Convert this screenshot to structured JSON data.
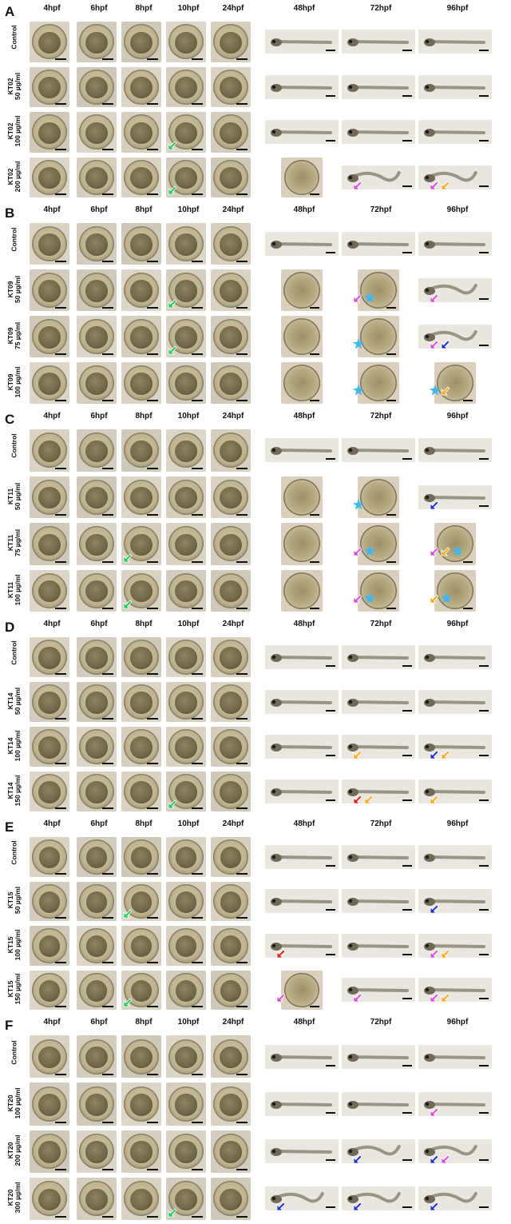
{
  "timepoints": [
    "4hpf",
    "6hpf",
    "8hpf",
    "10hpf",
    "24hpf",
    "48hpf",
    "72hpf",
    "96hpf"
  ],
  "marker_colors": {
    "green": "#22c95a",
    "magenta": "#e24bd6",
    "orange": "#f4a81a",
    "blue": "#1f2fd0",
    "red": "#e21f1f",
    "cyan_star": "#3fb8ef"
  },
  "panels": [
    {
      "label": "A",
      "rows": [
        {
          "compound": "Control",
          "conc": "",
          "late": [
            "larva",
            "larva",
            "larva"
          ],
          "markers": []
        },
        {
          "compound": "KT02",
          "conc": "50 µg/ml",
          "late": [
            "larva",
            "larva",
            "larva"
          ],
          "markers": []
        },
        {
          "compound": "KT02",
          "conc": "100 µg/ml",
          "late": [
            "larva",
            "larva",
            "larva"
          ],
          "markers": [
            {
              "col": 3,
              "type": "arrow",
              "color": "green"
            }
          ]
        },
        {
          "compound": "KT02",
          "conc": "200 µg/ml",
          "late": [
            "egg",
            "curled",
            "curled"
          ],
          "markers": [
            {
              "col": 3,
              "type": "arrow",
              "color": "green"
            },
            {
              "col": 6,
              "type": "arrow",
              "color": "magenta"
            },
            {
              "col": 7,
              "type": "arrow",
              "color": "magenta"
            },
            {
              "col": 7,
              "type": "arrow",
              "color": "orange"
            }
          ]
        }
      ]
    },
    {
      "label": "B",
      "rows": [
        {
          "compound": "Control",
          "conc": "",
          "late": [
            "larva",
            "larva",
            "larva"
          ],
          "markers": []
        },
        {
          "compound": "KT09",
          "conc": "50 µg/ml",
          "late": [
            "egg",
            "egg",
            "curled"
          ],
          "markers": [
            {
              "col": 3,
              "type": "arrow",
              "color": "green"
            },
            {
              "col": 6,
              "type": "arrow",
              "color": "magenta"
            },
            {
              "col": 6,
              "type": "star",
              "color": "cyan_star"
            },
            {
              "col": 7,
              "type": "arrow",
              "color": "magenta"
            }
          ]
        },
        {
          "compound": "KT09",
          "conc": "75 µg/ml",
          "late": [
            "egg",
            "egg",
            "curled"
          ],
          "markers": [
            {
              "col": 3,
              "type": "arrow",
              "color": "green"
            },
            {
              "col": 6,
              "type": "star",
              "color": "cyan_star"
            },
            {
              "col": 7,
              "type": "arrow",
              "color": "magenta"
            },
            {
              "col": 7,
              "type": "arrow",
              "color": "blue"
            }
          ]
        },
        {
          "compound": "KT09",
          "conc": "100 µg/ml",
          "late": [
            "egg",
            "egg",
            "egg"
          ],
          "markers": [
            {
              "col": 6,
              "type": "star",
              "color": "cyan_star"
            },
            {
              "col": 7,
              "type": "star",
              "color": "cyan_star"
            },
            {
              "col": 7,
              "type": "arrow",
              "color": "orange"
            }
          ]
        }
      ]
    },
    {
      "label": "C",
      "rows": [
        {
          "compound": "Control",
          "conc": "",
          "late": [
            "larva",
            "larva",
            "larva"
          ],
          "markers": []
        },
        {
          "compound": "KT11",
          "conc": "50 µg/ml",
          "late": [
            "egg",
            "egg",
            "larva"
          ],
          "markers": [
            {
              "col": 6,
              "type": "star",
              "color": "cyan_star"
            },
            {
              "col": 7,
              "type": "arrow",
              "color": "blue"
            }
          ]
        },
        {
          "compound": "KT11",
          "conc": "75 µg/ml",
          "late": [
            "egg",
            "egg",
            "egg"
          ],
          "markers": [
            {
              "col": 2,
              "type": "arrow",
              "color": "green"
            },
            {
              "col": 6,
              "type": "arrow",
              "color": "magenta"
            },
            {
              "col": 6,
              "type": "star",
              "color": "cyan_star"
            },
            {
              "col": 7,
              "type": "arrow",
              "color": "magenta"
            },
            {
              "col": 7,
              "type": "arrow",
              "color": "orange"
            },
            {
              "col": 7,
              "type": "star",
              "color": "cyan_star"
            }
          ]
        },
        {
          "compound": "KT11",
          "conc": "100 µg/ml",
          "late": [
            "egg",
            "egg",
            "egg"
          ],
          "markers": [
            {
              "col": 2,
              "type": "arrow",
              "color": "green"
            },
            {
              "col": 6,
              "type": "arrow",
              "color": "magenta"
            },
            {
              "col": 6,
              "type": "star",
              "color": "cyan_star"
            },
            {
              "col": 7,
              "type": "arrow",
              "color": "orange"
            },
            {
              "col": 7,
              "type": "star",
              "color": "cyan_star"
            }
          ]
        }
      ]
    },
    {
      "label": "D",
      "rows": [
        {
          "compound": "Control",
          "conc": "",
          "late": [
            "larva",
            "larva",
            "larva"
          ],
          "markers": []
        },
        {
          "compound": "KT14",
          "conc": "50 µg/ml",
          "late": [
            "larva",
            "larva",
            "larva"
          ],
          "markers": []
        },
        {
          "compound": "KT14",
          "conc": "100 µg/ml",
          "late": [
            "larva",
            "larva",
            "larva"
          ],
          "markers": [
            {
              "col": 6,
              "type": "arrow",
              "color": "orange"
            },
            {
              "col": 7,
              "type": "arrow",
              "color": "blue"
            },
            {
              "col": 7,
              "type": "arrow",
              "color": "orange"
            }
          ]
        },
        {
          "compound": "KT14",
          "conc": "150 µg/ml",
          "late": [
            "larva",
            "larva",
            "larva"
          ],
          "markers": [
            {
              "col": 3,
              "type": "arrow",
              "color": "green"
            },
            {
              "col": 6,
              "type": "arrow",
              "color": "red"
            },
            {
              "col": 6,
              "type": "arrow",
              "color": "orange"
            },
            {
              "col": 7,
              "type": "arrow",
              "color": "orange"
            }
          ]
        }
      ]
    },
    {
      "label": "E",
      "rows": [
        {
          "compound": "Control",
          "conc": "",
          "late": [
            "larva",
            "larva",
            "larva"
          ],
          "markers": []
        },
        {
          "compound": "KT15",
          "conc": "50 µg/ml",
          "late": [
            "larva",
            "larva",
            "larva"
          ],
          "markers": [
            {
              "col": 2,
              "type": "arrow",
              "color": "green"
            },
            {
              "col": 7,
              "type": "arrow",
              "color": "blue"
            }
          ]
        },
        {
          "compound": "KT15",
          "conc": "100 µg/ml",
          "late": [
            "larva",
            "larva",
            "larva"
          ],
          "markers": [
            {
              "col": 5,
              "type": "arrow",
              "color": "red"
            },
            {
              "col": 7,
              "type": "arrow",
              "color": "magenta"
            },
            {
              "col": 7,
              "type": "arrow",
              "color": "orange"
            }
          ]
        },
        {
          "compound": "KT15",
          "conc": "150 µg/ml",
          "late": [
            "egg",
            "larva",
            "larva"
          ],
          "markers": [
            {
              "col": 2,
              "type": "arrow",
              "color": "green"
            },
            {
              "col": 5,
              "type": "arrow",
              "color": "magenta"
            },
            {
              "col": 6,
              "type": "arrow",
              "color": "magenta"
            },
            {
              "col": 7,
              "type": "arrow",
              "color": "magenta"
            },
            {
              "col": 7,
              "type": "arrow",
              "color": "orange"
            }
          ]
        }
      ]
    },
    {
      "label": "F",
      "rows": [
        {
          "compound": "Control",
          "conc": "",
          "late": [
            "larva",
            "larva",
            "larva"
          ],
          "markers": []
        },
        {
          "compound": "KT20",
          "conc": "100 µg/ml",
          "late": [
            "larva",
            "larva",
            "larva"
          ],
          "markers": [
            {
              "col": 7,
              "type": "arrow",
              "color": "magenta"
            }
          ]
        },
        {
          "compound": "KT20",
          "conc": "200 µg/ml",
          "late": [
            "larva",
            "curled",
            "curled"
          ],
          "markers": [
            {
              "col": 6,
              "type": "arrow",
              "color": "blue"
            },
            {
              "col": 7,
              "type": "arrow",
              "color": "blue"
            },
            {
              "col": 7,
              "type": "arrow",
              "color": "magenta"
            }
          ]
        },
        {
          "compound": "KT20",
          "conc": "300 µg/ml",
          "late": [
            "curled",
            "curled",
            "curled"
          ],
          "markers": [
            {
              "col": 3,
              "type": "arrow",
              "color": "green"
            },
            {
              "col": 5,
              "type": "arrow",
              "color": "blue"
            },
            {
              "col": 6,
              "type": "arrow",
              "color": "blue"
            },
            {
              "col": 7,
              "type": "arrow",
              "color": "blue"
            }
          ]
        }
      ]
    }
  ]
}
